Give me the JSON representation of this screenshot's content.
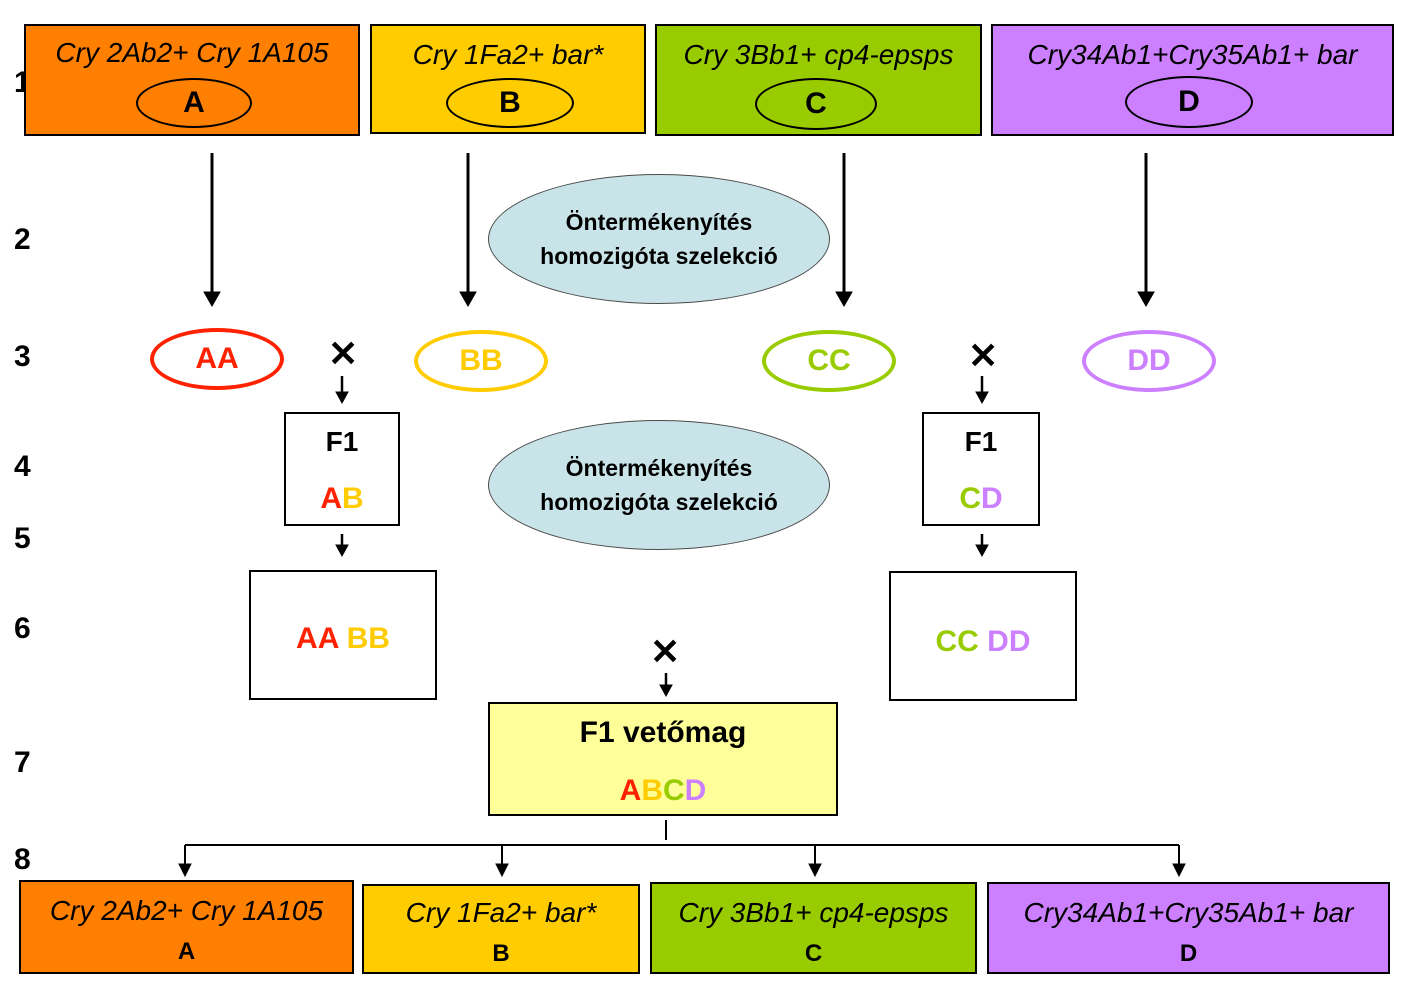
{
  "rows": [
    "1",
    "2",
    "3",
    "4",
    "5",
    "6",
    "7",
    "8"
  ],
  "parents": [
    {
      "gene": "Cry 2Ab2+ Cry 1A105",
      "letter": "A",
      "color": "#ff7f00"
    },
    {
      "gene": "Cry 1Fa2+ bar*",
      "letter": "B",
      "color": "#ffcc00"
    },
    {
      "gene": "Cry 3Bb1+ cp4-epsps",
      "letter": "C",
      "color": "#99cc00"
    },
    {
      "gene": "Cry34Ab1+Cry35Ab1+ bar",
      "letter": "D",
      "color": "#cc80ff"
    }
  ],
  "process": {
    "line1": "Öntermékenyítés",
    "line2": "homozigóta szelekció"
  },
  "homozygotes": [
    {
      "label": "AA",
      "color": "#ff2200"
    },
    {
      "label": "BB",
      "color": "#ffcc00"
    },
    {
      "label": "CC",
      "color": "#99cc00"
    },
    {
      "label": "DD",
      "color": "#cc80ff"
    }
  ],
  "cross_symbol": "✕",
  "f1_left": {
    "title": "F1",
    "l1": "A",
    "l2": "B"
  },
  "f1_right": {
    "title": "F1",
    "l1": "C",
    "l2": "D"
  },
  "double_left": {
    "p1": "AA",
    "p2": "BB"
  },
  "double_right": {
    "p1": "CC",
    "p2": "DD"
  },
  "final": {
    "title": "F1 vetőmag",
    "letters": [
      "A",
      "B",
      "C",
      "D"
    ],
    "color": "#ffff99"
  },
  "colors": {
    "A": "#ff2200",
    "B": "#ffcc00",
    "C": "#99cc00",
    "D": "#cc80ff",
    "cloud": "#c9e4e8"
  },
  "offspring": [
    {
      "gene": "Cry 2Ab2+ Cry 1A105",
      "letter": "A"
    },
    {
      "gene": "Cry 1Fa2+ bar*",
      "letter": "B"
    },
    {
      "gene": "Cry 3Bb1+ cp4-epsps",
      "letter": "C"
    },
    {
      "gene": "Cry34Ab1+Cry35Ab1+ bar",
      "letter": "D"
    }
  ]
}
